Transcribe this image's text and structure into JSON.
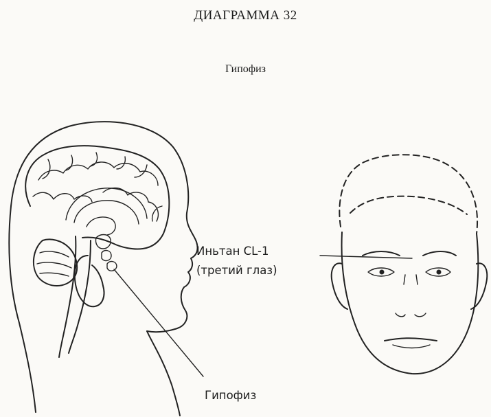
{
  "diagram": {
    "title": "ДИАГРАММА 32",
    "subtitle": "Гипофиз"
  },
  "labels": {
    "yintang_line1": "Иньтан CL-1",
    "yintang_line2": "(третий глаз)",
    "pituitary": "Гипофиз"
  }
}
